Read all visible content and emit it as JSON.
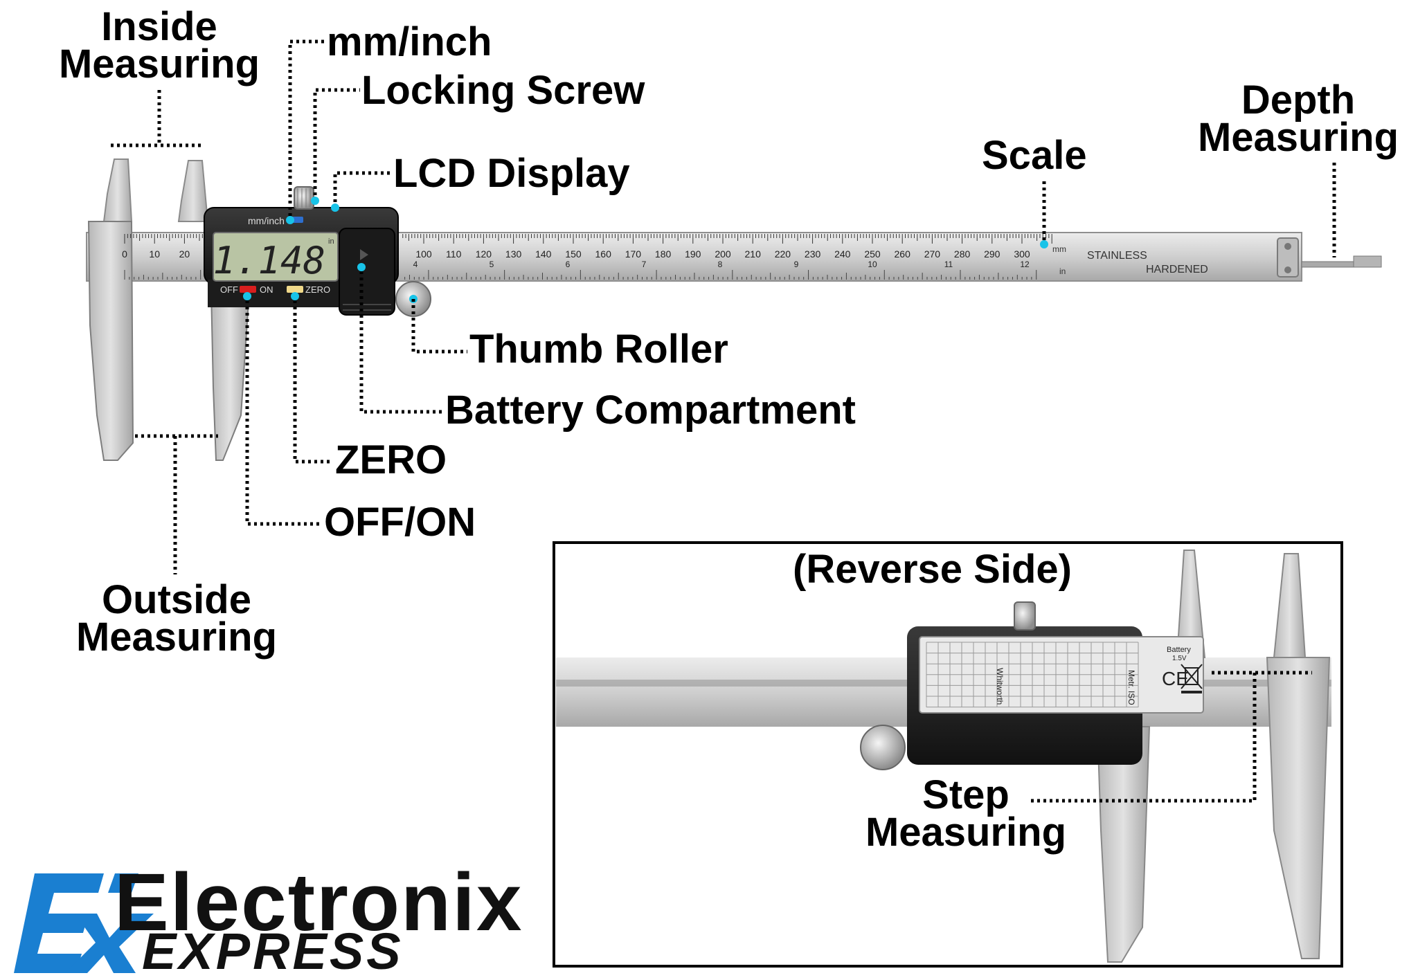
{
  "labels": {
    "inside_measuring": [
      "Inside",
      "Measuring"
    ],
    "mm_inch": "mm/inch",
    "locking_screw": "Locking Screw",
    "lcd_display": "LCD Display",
    "scale": "Scale",
    "depth_measuring": [
      "Depth",
      "Measuring"
    ],
    "thumb_roller": "Thumb Roller",
    "battery_compartment": "Battery Compartment",
    "zero": "ZERO",
    "off_on": "OFF/ON",
    "outside_measuring": [
      "Outside",
      "Measuring"
    ],
    "reverse_side": "(Reverse Side)",
    "step_measuring": [
      "Step",
      "Measuring"
    ]
  },
  "caliper": {
    "lcd_reading": "1.148",
    "lcd_unit": "in",
    "button_mm_inch": "mm/inch",
    "button_off": "OFF",
    "button_on": "ON",
    "button_zero": "ZERO",
    "scale_unit_mm": "mm",
    "scale_unit_in": "in",
    "stamp_line1": "STAINLESS",
    "stamp_line2": "HARDENED",
    "scale_numbers_mm": [
      "0",
      "10",
      "20",
      "100",
      "110",
      "120",
      "130",
      "140",
      "150",
      "160",
      "170",
      "180",
      "190",
      "200",
      "210",
      "220",
      "230",
      "240",
      "250",
      "260",
      "270",
      "280",
      "290",
      "300"
    ],
    "scale_numbers_in": [
      "4",
      "5",
      "6",
      "7",
      "8",
      "9",
      "10",
      "11",
      "12"
    ]
  },
  "reverse": {
    "battery_label": "Battery",
    "battery_voltage": "1.5V",
    "ce_mark": "CE",
    "table_headers": [
      "Metr. ISO",
      "Whitworth"
    ]
  },
  "logo": {
    "word1": "Electronix",
    "word2": "EXPRESS",
    "monogram": "EX",
    "color": "#1a7fd1"
  },
  "colors": {
    "callout_dot": "#18c3e8",
    "steel_light": "#d4d4d4",
    "steel_dark": "#9a9a9a",
    "body_black": "#1b1b1b",
    "lcd_green": "#b9c4a4",
    "button_red": "#d81e1e",
    "button_yellow": "#f0d98a"
  }
}
